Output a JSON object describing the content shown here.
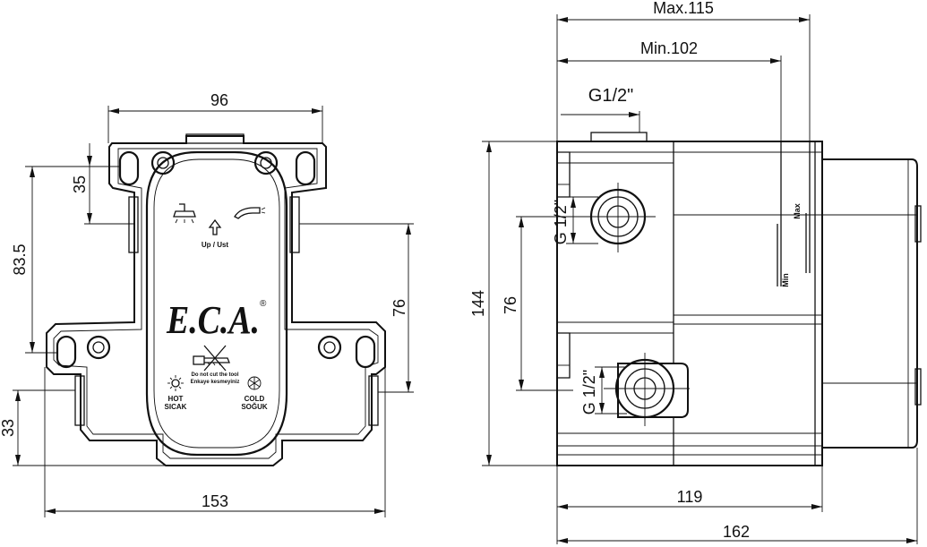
{
  "front_view": {
    "dim_top_width": "96",
    "dim_upper_offset": "35",
    "dim_left_height": "83.5",
    "dim_right_height": "76",
    "dim_bottom_offset": "33",
    "dim_overall_width": "153",
    "logo_text": "E.C.A.",
    "registered_mark": "®",
    "direction_label": "Up / Ust",
    "warning_line_1": "Do not cut the tool",
    "warning_line_2": "Enkaye kesmeyiniz",
    "hot_line_1": "HOT",
    "hot_line_2": "SICAK",
    "cold_line_1": "COLD",
    "cold_line_2": "SOĞUK"
  },
  "side_view": {
    "dim_max": "Max.115",
    "dim_min": "Min.102",
    "thread_top": "G1/2\"",
    "thread_upper": "G 1/2\"",
    "thread_lower": "G 1/2\"",
    "dim_height": "144",
    "dim_port_spacing": "76",
    "dim_body_depth": "119",
    "dim_overall_depth": "162",
    "marker_max": "Max",
    "marker_min": "Min"
  }
}
